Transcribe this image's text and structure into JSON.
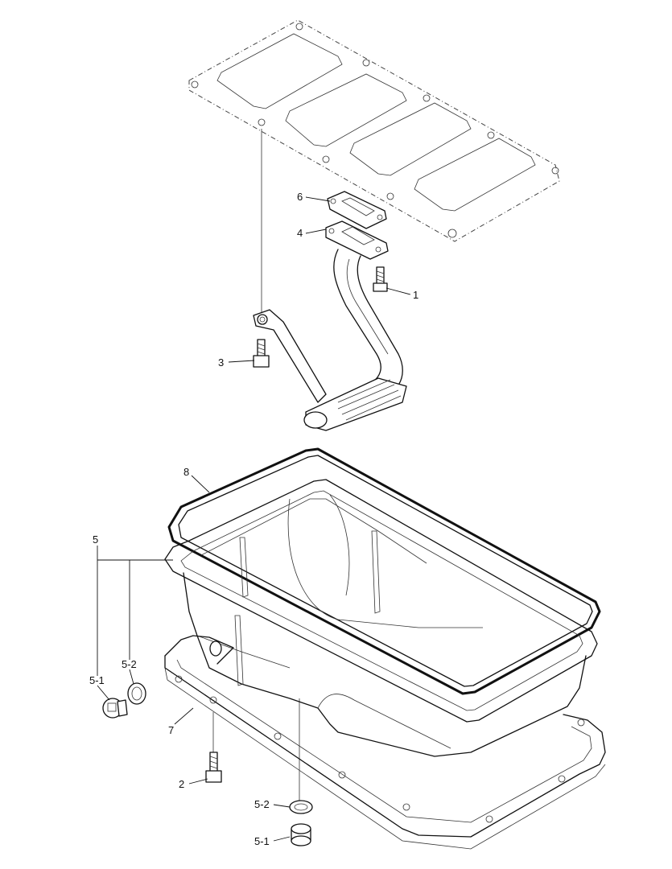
{
  "callouts": {
    "c1": "1",
    "c2": "2",
    "c3": "3",
    "c4": "4",
    "c5": "5",
    "c5_1a": "5-1",
    "c5_2a": "5-2",
    "c5_1b": "5-1",
    "c5_2b": "5-2",
    "c6": "6",
    "c7": "7",
    "c8": "8"
  }
}
